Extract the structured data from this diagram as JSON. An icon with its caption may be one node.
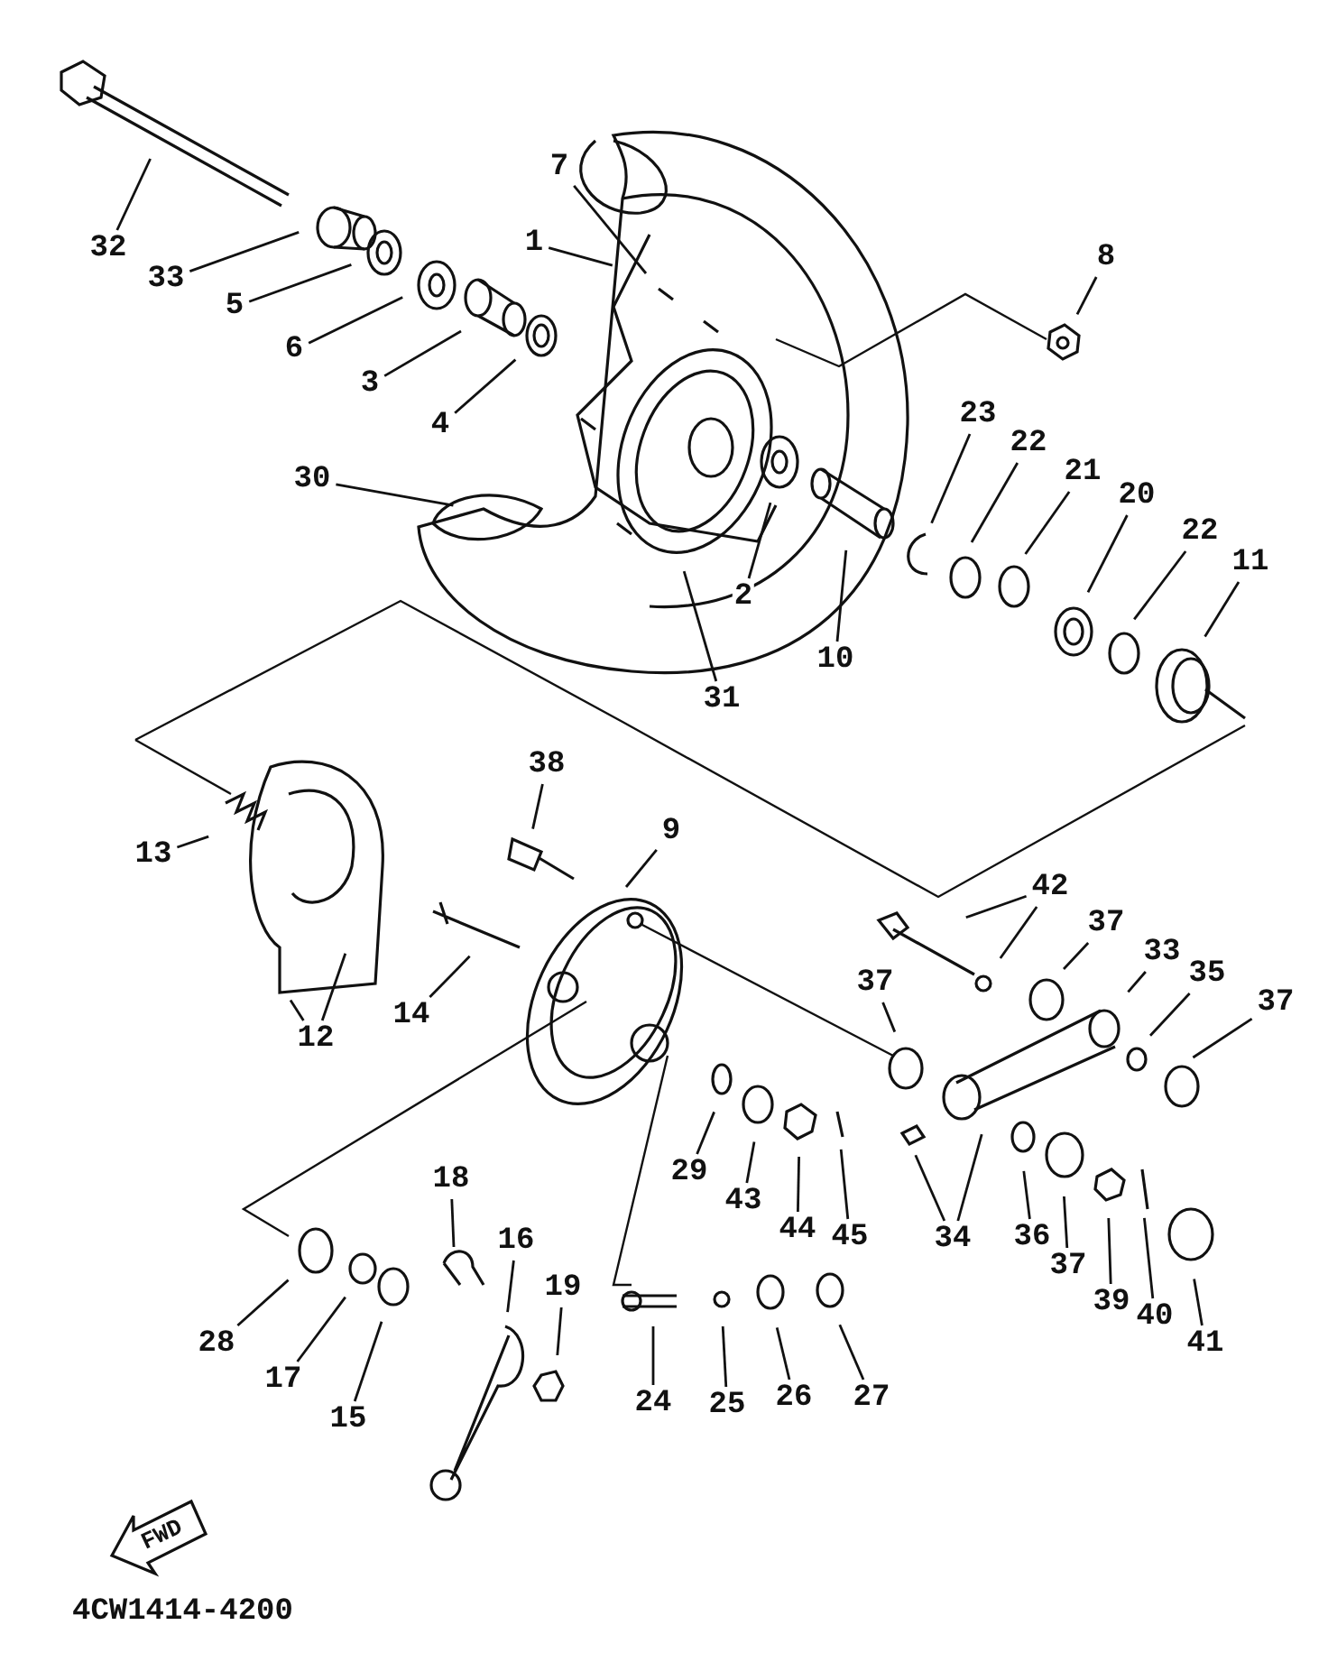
{
  "diagram": {
    "nodes": [
      {
        "text": [
          "7"
        ]
      },
      {
        "text": [
          "1"
        ]
      },
      {
        "text": [
          "32"
        ]
      },
      {
        "text": [
          "33"
        ]
      },
      {
        "text": [
          "8"
        ]
      },
      {
        "text": [
          "5"
        ]
      },
      {
        "text": [
          "6"
        ]
      },
      {
        "text": [
          "3"
        ]
      },
      {
        "text": [
          "4"
        ]
      },
      {
        "text": [
          "23"
        ]
      },
      {
        "text": [
          "22"
        ]
      },
      {
        "text": [
          "30"
        ]
      },
      {
        "text": [
          "21"
        ]
      },
      {
        "text": [
          "20"
        ]
      },
      {
        "text": [
          "2"
        ]
      },
      {
        "text": [
          "22"
        ]
      },
      {
        "text": [
          "11"
        ]
      },
      {
        "text": [
          "10"
        ]
      },
      {
        "text": [
          "31"
        ]
      },
      {
        "text": [
          "38"
        ]
      },
      {
        "text": [
          "9"
        ]
      },
      {
        "text": [
          "13"
        ]
      },
      {
        "text": [
          "42"
        ]
      },
      {
        "text": [
          "37"
        ]
      },
      {
        "text": [
          "14"
        ]
      },
      {
        "text": [
          "12"
        ]
      },
      {
        "text": [
          "37"
        ]
      },
      {
        "text": [
          "33"
        ]
      },
      {
        "text": [
          "35"
        ]
      },
      {
        "text": [
          "37"
        ]
      },
      {
        "text": [
          "18"
        ]
      },
      {
        "text": [
          "16"
        ]
      },
      {
        "text": [
          "29"
        ]
      },
      {
        "text": [
          "43"
        ]
      },
      {
        "text": [
          "44"
        ]
      },
      {
        "text": [
          "45"
        ]
      },
      {
        "text": [
          "34"
        ]
      },
      {
        "text": [
          "36"
        ]
      },
      {
        "text": [
          "37"
        ]
      },
      {
        "text": [
          "39"
        ]
      },
      {
        "text": [
          "40"
        ]
      },
      {
        "text": [
          "19"
        ]
      },
      {
        "text": [
          "28"
        ]
      },
      {
        "text": [
          "41"
        ]
      },
      {
        "text": [
          "17"
        ]
      },
      {
        "text": [
          "24"
        ]
      },
      {
        "text": [
          "25"
        ]
      },
      {
        "text": [
          "26"
        ]
      },
      {
        "text": [
          "27"
        ]
      },
      {
        "text": [
          "15"
        ]
      }
    ],
    "edges": [
      {
        "from": 0,
        "to": null,
        "arrow": "none"
      },
      {
        "from": 1,
        "to": null,
        "arrow": "none"
      },
      {
        "from": 2,
        "to": null,
        "arrow": "none"
      },
      {
        "from": 3,
        "to": null,
        "arrow": "none"
      },
      {
        "from": 4,
        "to": null,
        "arrow": "none"
      },
      {
        "from": 5,
        "to": null,
        "arrow": "none"
      },
      {
        "from": 6,
        "to": null,
        "arrow": "none"
      },
      {
        "from": 7,
        "to": null,
        "arrow": "none"
      },
      {
        "from": 8,
        "to": null,
        "arrow": "none"
      },
      {
        "from": 9,
        "to": null,
        "arrow": "none"
      },
      {
        "from": 10,
        "to": null,
        "arrow": "none"
      },
      {
        "from": 11,
        "to": null,
        "arrow": "none"
      },
      {
        "from": 12,
        "to": null,
        "arrow": "none"
      },
      {
        "from": 13,
        "to": null,
        "arrow": "none"
      },
      {
        "from": 14,
        "to": null,
        "arrow": "none"
      },
      {
        "from": 15,
        "to": null,
        "arrow": "none"
      },
      {
        "from": 16,
        "to": null,
        "arrow": "none"
      },
      {
        "from": 17,
        "to": null,
        "arrow": "none"
      },
      {
        "from": 18,
        "to": null,
        "arrow": "none"
      },
      {
        "from": 19,
        "to": null,
        "arrow": "none"
      },
      {
        "from": 20,
        "to": null,
        "arrow": "none"
      },
      {
        "from": 21,
        "to": null,
        "arrow": "none"
      },
      {
        "from": 22,
        "to": null,
        "arrow": "none"
      },
      {
        "from": 22,
        "to": null,
        "arrow": "none"
      },
      {
        "from": 23,
        "to": null,
        "arrow": "none"
      },
      {
        "from": 24,
        "to": null,
        "arrow": "none"
      },
      {
        "from": 25,
        "to": null,
        "arrow": "none"
      },
      {
        "from": 25,
        "to": null,
        "arrow": "none"
      },
      {
        "from": 26,
        "to": null,
        "arrow": "none"
      },
      {
        "from": 27,
        "to": null,
        "arrow": "none"
      },
      {
        "from": 28,
        "to": null,
        "arrow": "none"
      },
      {
        "from": 29,
        "to": null,
        "arrow": "none"
      },
      {
        "from": 30,
        "to": null,
        "arrow": "none"
      },
      {
        "from": 31,
        "to": null,
        "arrow": "none"
      },
      {
        "from": 32,
        "to": null,
        "arrow": "none"
      },
      {
        "from": 33,
        "to": null,
        "arrow": "none"
      },
      {
        "from": 34,
        "to": null,
        "arrow": "none"
      },
      {
        "from": 35,
        "to": null,
        "arrow": "none"
      },
      {
        "from": 36,
        "to": null,
        "arrow": "none"
      },
      {
        "from": 36,
        "to": null,
        "arrow": "none"
      },
      {
        "from": 37,
        "to": null,
        "arrow": "none"
      },
      {
        "from": 38,
        "to": null,
        "arrow": "none"
      },
      {
        "from": 39,
        "to": null,
        "arrow": "none"
      },
      {
        "from": 40,
        "to": null,
        "arrow": "none"
      },
      {
        "from": 41,
        "to": null,
        "arrow": "none"
      },
      {
        "from": 42,
        "to": null,
        "arrow": "none"
      },
      {
        "from": 43,
        "to": null,
        "arrow": "none"
      },
      {
        "from": 44,
        "to": null,
        "arrow": "none"
      },
      {
        "from": 45,
        "to": null,
        "arrow": "none"
      },
      {
        "from": 46,
        "to": null,
        "arrow": "none"
      },
      {
        "from": 47,
        "to": null,
        "arrow": "none"
      },
      {
        "from": 48,
        "to": null,
        "arrow": "none"
      },
      {
        "from": 49,
        "to": null,
        "arrow": "none"
      }
    ],
    "labels": [
      "FWD",
      "4CW1414-4200"
    ]
  }
}
